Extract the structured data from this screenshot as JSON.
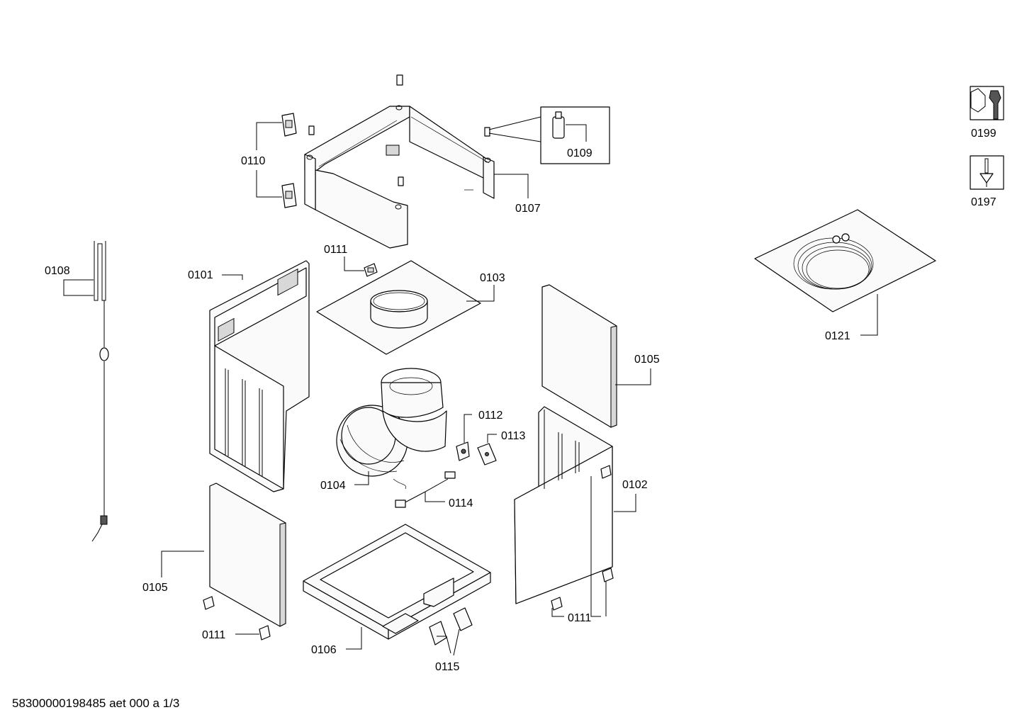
{
  "callouts": [
    {
      "id": "c0110",
      "text": "0110"
    },
    {
      "id": "c0109",
      "text": "0109"
    },
    {
      "id": "c0107",
      "text": "0107"
    },
    {
      "id": "c0108",
      "text": "0108"
    },
    {
      "id": "c0101",
      "text": "0101"
    },
    {
      "id": "c0111a",
      "text": "0111"
    },
    {
      "id": "c0103",
      "text": "0103"
    },
    {
      "id": "c0105r",
      "text": "0105"
    },
    {
      "id": "c0112",
      "text": "0112"
    },
    {
      "id": "c0113",
      "text": "0113"
    },
    {
      "id": "c0102",
      "text": "0102"
    },
    {
      "id": "c0104",
      "text": "0104"
    },
    {
      "id": "c0114",
      "text": "0114"
    },
    {
      "id": "c0105l",
      "text": "0105"
    },
    {
      "id": "c0111b",
      "text": "0111"
    },
    {
      "id": "c0106",
      "text": "0106"
    },
    {
      "id": "c0115",
      "text": "0115"
    },
    {
      "id": "c0111c",
      "text": "0111"
    },
    {
      "id": "c0199",
      "text": "0199"
    },
    {
      "id": "c0197",
      "text": "0197"
    },
    {
      "id": "c0121",
      "text": "0121"
    }
  ],
  "footer": {
    "doc_id": "58300000198485 aet 000 a 1/3"
  },
  "icons": {
    "tool": "wrench-nut-icon",
    "screw": "screwdriver-screw-icon"
  }
}
